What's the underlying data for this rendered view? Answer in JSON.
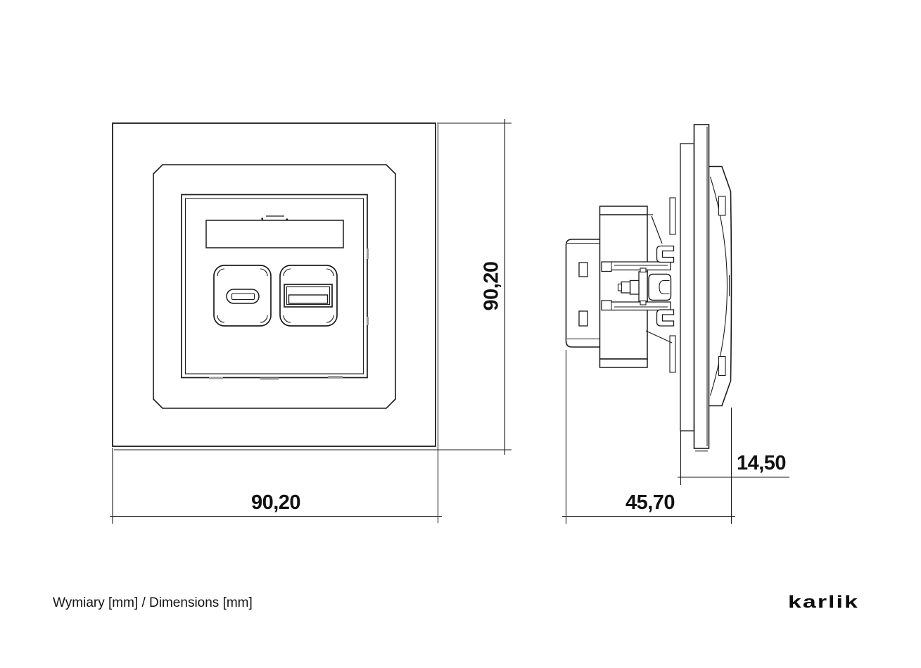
{
  "caption": "Wymiary [mm] / Dimensions [mm]",
  "brand": {
    "logo_text": "karlik"
  },
  "front_view": {
    "width_mm": "90,20",
    "height_mm": "90,20"
  },
  "side_view": {
    "overall_depth_mm": "45,70",
    "frame_front_depth_mm": "14,50"
  },
  "colors": {
    "line": "#1c1c1c",
    "shade": "#9a9a9a",
    "text": "#111111",
    "background": "#ffffff"
  }
}
